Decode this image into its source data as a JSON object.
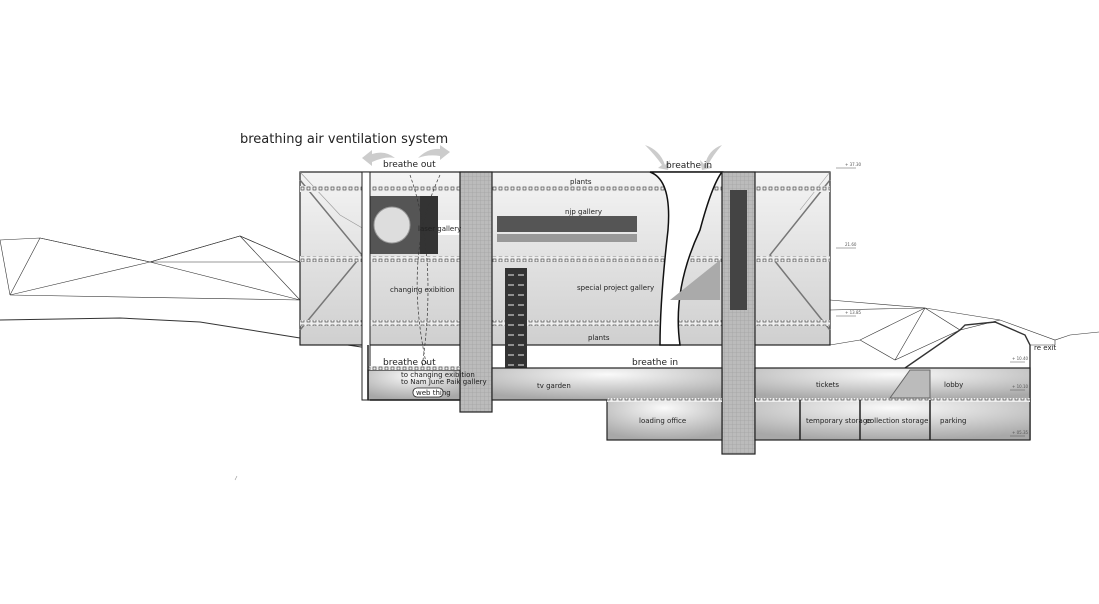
{
  "title": "breathing air ventilation system",
  "airflow": {
    "breathe_out_top": "breathe out",
    "breathe_in_top": "breathe in",
    "breathe_out_bottom": "breathe out",
    "breathe_in_bottom": "breathe in"
  },
  "spaces": {
    "plants_top": "plants",
    "njp_gallery": "njp gallery",
    "laser_gallery": "laser gallery",
    "changing_exibition": "changing exibition",
    "special_project_gallery": "special project gallery",
    "plants_bottom": "plants",
    "connection_note_1": "to changing exibition",
    "connection_note_2": "to Nam June Paik gallery",
    "web_thing": "web thing",
    "tv_garden": "tv garden",
    "loading_office": "loading office",
    "tickets": "tickets",
    "lobby": "lobby",
    "temporary_storage": "temporary storage",
    "collection_storage": "collection storage",
    "parking": "parking",
    "exit": "re exit"
  },
  "elevations": [
    "+ 37.30",
    "21.60",
    "+ 13.85",
    "+ 10.40",
    "+ 10.10",
    "+ 05.35"
  ]
}
